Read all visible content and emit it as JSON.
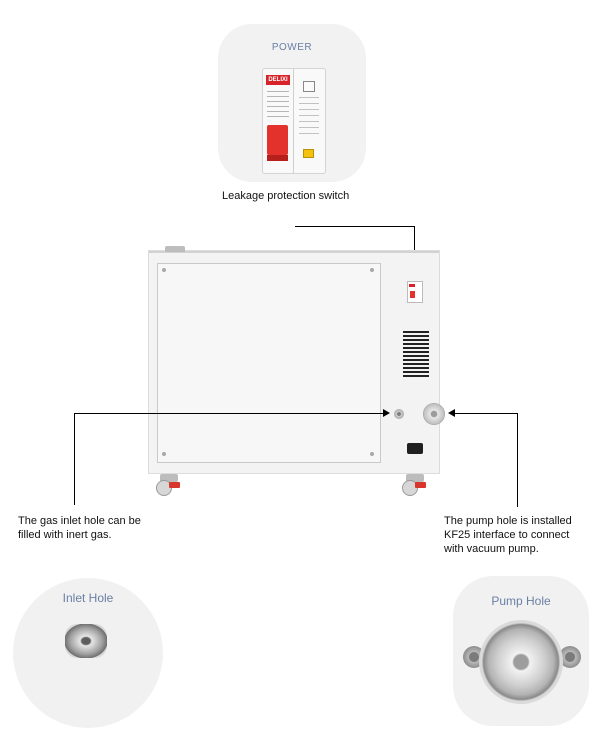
{
  "power_callout": {
    "title": "POWER",
    "breaker_brand": "DELIXI"
  },
  "labels": {
    "leakage_switch": "Leakage protection switch",
    "gas_inlet": [
      "The gas inlet hole can be",
      "filled with inert gas."
    ],
    "pump_hole": [
      "The pump hole is installed",
      "KF25 interface to connect",
      "with vacuum pump."
    ]
  },
  "details": {
    "inlet_title": "Inlet Hole",
    "pump_title": "Pump Hole"
  },
  "colors": {
    "callout_title": "#6a7fa5",
    "breaker_red": "#e3312c",
    "brake_red": "#d8352c",
    "card_bg": "#f2f2f2"
  },
  "icons": {
    "breaker": "leakage-breaker-icon",
    "vent": "vent-grille-icon",
    "caster": "caster-wheel-icon"
  }
}
